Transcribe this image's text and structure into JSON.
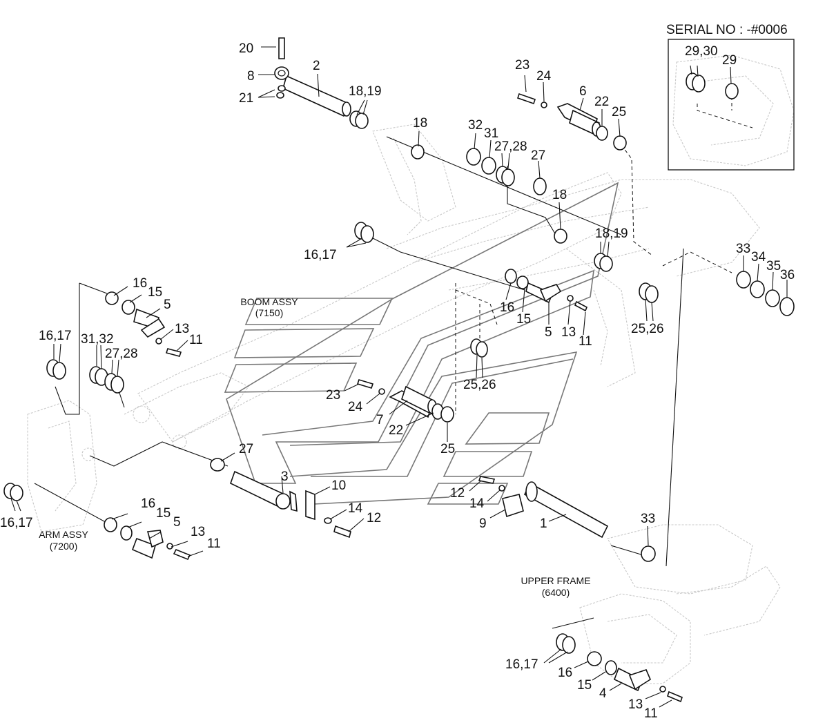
{
  "serial_note": "SERIAL NO : -#0006",
  "assemblies": {
    "boom": {
      "name": "BOOM ASSY",
      "code": "(7150)"
    },
    "arm": {
      "name": "ARM ASSY",
      "code": "(7200)"
    },
    "frame": {
      "name": "UPPER FRAME",
      "code": "(6400)"
    }
  },
  "callouts": [
    "20",
    "8",
    "21",
    "2",
    "18,19",
    "18",
    "23",
    "24",
    "6",
    "22",
    "25",
    "32",
    "31",
    "27,28",
    "27",
    "18",
    "18,19",
    "16,17",
    "16",
    "15",
    "5",
    "13",
    "11",
    "33",
    "34",
    "35",
    "36",
    "25,26",
    "16",
    "15",
    "5",
    "13",
    "11",
    "16,17",
    "31,32",
    "27,28",
    "25,26",
    "23",
    "24",
    "7",
    "22",
    "25",
    "27",
    "3",
    "10",
    "14",
    "12",
    "12",
    "14",
    "9",
    "1",
    "33",
    "16,17",
    "16",
    "15",
    "5",
    "13",
    "11",
    "16,17",
    "16",
    "15",
    "4",
    "13",
    "11",
    "29,30",
    "29"
  ]
}
